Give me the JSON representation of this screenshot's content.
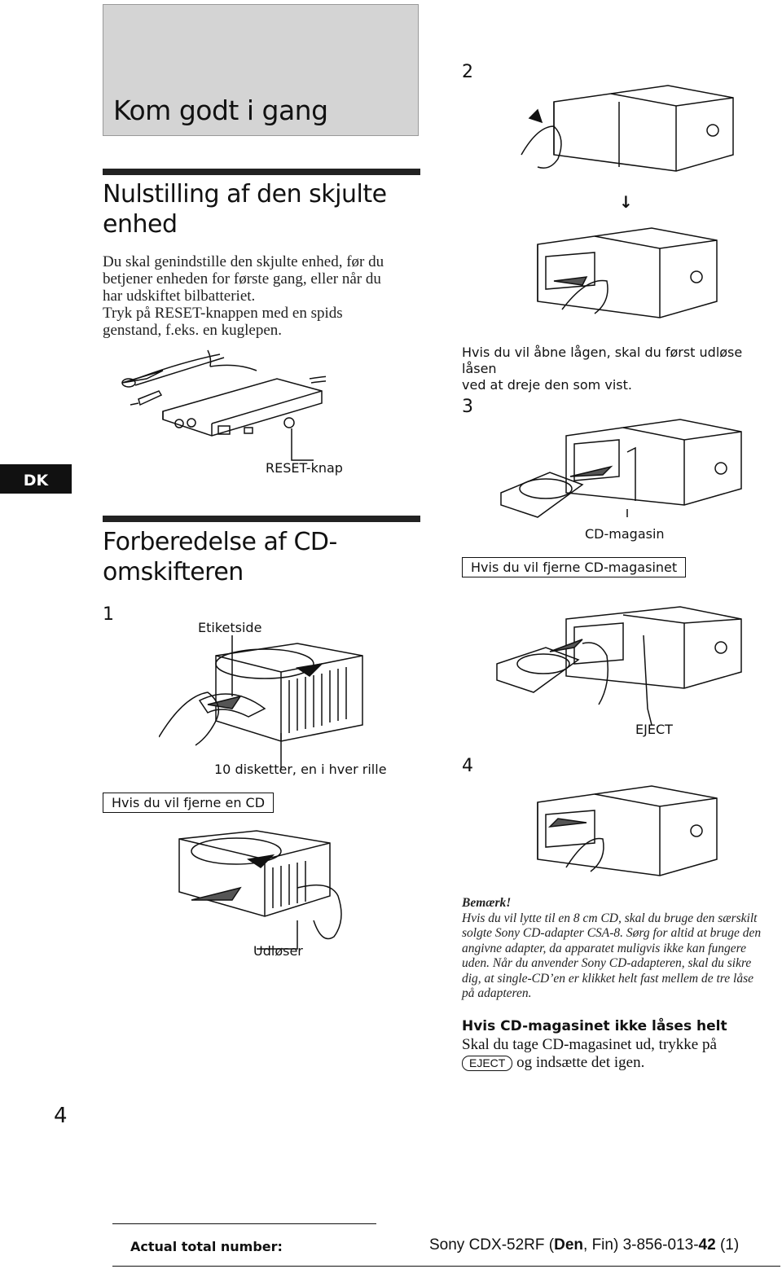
{
  "page": {
    "section_title": "Kom godt i gang",
    "language_tab": "DK",
    "page_number": "4",
    "top_right_step": "2"
  },
  "reset_section": {
    "heading": "Nulstilling af den skjulte enhed",
    "body_line1": "Du skal genindstille den skjulte enhed, før du",
    "body_line2": "betjener enheden for første gang, eller når du",
    "body_line3": "har udskiftet bilbatteriet.",
    "body_line4": "Tryk på RESET-knappen med en spids",
    "body_line5": "genstand, f.eks. en kuglepen.",
    "reset_label": "RESET-knap"
  },
  "prep_section": {
    "heading": "Forberedelse af CD-omskifteren",
    "step1": "1",
    "label_side": "Etiketside",
    "ten_discs": "10 disketter, en i hver rille",
    "remove_cd_box": "Hvis du vil fjerne en CD",
    "release_label": "Udløser"
  },
  "right_column": {
    "step2_caption_line1": "Hvis du vil åbne lågen, skal du først udløse låsen",
    "step2_caption_line2": "ved at dreje den som vist.",
    "step3": "3",
    "magazine_label": "CD-magasin",
    "remove_magazine_box": "Hvis du vil fjerne CD-magasinet",
    "eject_label": "EJECT",
    "step4": "4",
    "note_title": "Bemærk!",
    "note_line1": "Hvis du vil lytte til en 8 cm CD, skal du bruge den særskilt",
    "note_line2": "solgte Sony CD-adapter CSA-8. Sørg for altid at bruge den",
    "note_line3": "angivne adapter, da apparatet muligvis ikke kan fungere",
    "note_line4": "uden. Når du anvender Sony CD-adapteren, skal du sikre",
    "note_line5": "dig, at single-CD’en er klikket helt fast mellem de tre låse",
    "note_line6": "på adapteren.",
    "not_locked_heading": "Hvis CD-magasinet ikke låses helt",
    "not_locked_line1": "Skal du tage CD-magasinet ud, trykke på",
    "eject_key": "EJECT",
    "not_locked_line2": "og indsætte det igen."
  },
  "footer": {
    "total_label": "Actual total number:",
    "model_prefix": "Sony CDX-52RF (",
    "model_lang": "Den",
    "model_mid": ", Fin)  3-856-013-",
    "model_num": "42",
    "model_suffix": " (1)"
  }
}
